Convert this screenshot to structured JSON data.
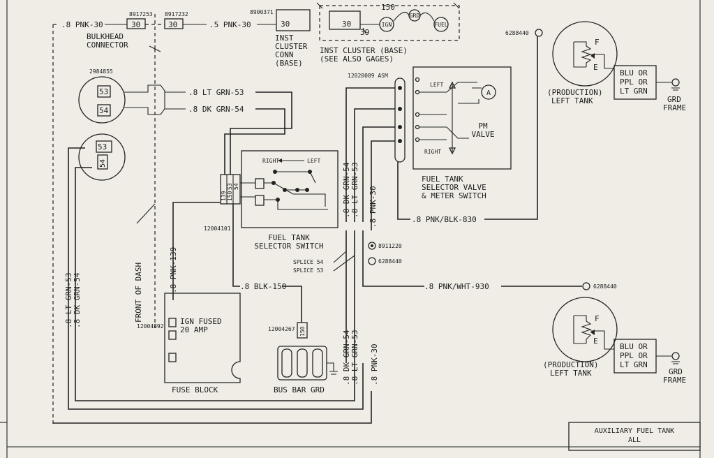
{
  "wires": {
    "pnk30_top": ".8 PNK-30",
    "pnk30_mid": ".5 PNK-30",
    "lt_grn_53": ".8 LT GRN-53",
    "dk_grn_54": ".8 DK GRN-54",
    "pnk139": ".8 PNK-139",
    "blk150": ".8 BLK-150",
    "pnk_blk_830": ".8 PNK/BLK-830",
    "pnk_wht_930": ".8 PNK/WHT-930",
    "left_lt_grn": ".8 LT GRN-53",
    "left_dk_grn": ".8 DK GRN-54",
    "vert_dk_grn_upper": ".8 DK GRN-54",
    "vert_lt_grn_upper": ".8 LT GRN-53",
    "vert_pnk30_upper": ".8 PNK-30",
    "vert_dk_grn_lower": ".8 DK GRN-54",
    "vert_lt_grn_lower": ".8 LT GRN-53",
    "vert_pnk30_lower": ".8 PNK-30"
  },
  "parts": {
    "p8917253": "8917253",
    "p8917232": "8917232",
    "p8900371": "8900371",
    "p2984855": "2984855",
    "p12020089": "12020089 ASM",
    "p6288440_a": "6288440",
    "p6288440_b": "6288440",
    "p6288440_c": "6288440",
    "p8911220": "8911220",
    "p12004101": "12004101",
    "p12004892": "12004892",
    "p12004267": "12004267"
  },
  "labels": {
    "bulkhead": [
      "BULKHEAD",
      "CONNECTOR"
    ],
    "inst_conn": [
      "INST",
      "CLUSTER",
      "CONN",
      "(BASE)"
    ],
    "inst_base": [
      "INST CLUSTER (BASE)",
      "(SEE ALSO GAGES)"
    ],
    "front_dash": "FRONT OF DASH",
    "ign_fused": [
      "IGN FUSED",
      "20 AMP"
    ],
    "fuse_block": "FUSE BLOCK",
    "bus_bar": "BUS BAR GRD",
    "selector_switch": [
      "FUEL TANK",
      "SELECTOR SWITCH"
    ],
    "selector_valve": [
      "FUEL TANK",
      "SELECTOR VALVE",
      "& METER SWITCH"
    ],
    "pm_valve": [
      "PM",
      "VALVE"
    ],
    "splice54": "SPLICE 54",
    "splice53": "SPLICE 53",
    "right": "RIGHT",
    "left": "LEFT",
    "tank_top": [
      "(PRODUCTION)",
      "LEFT TANK"
    ],
    "tank_bottom": [
      "(PRODUCTION)",
      "LEFT TANK"
    ],
    "color_box_top": [
      "BLU OR",
      "PPL OR",
      "LT GRN"
    ],
    "color_box_bottom": [
      "BLU OR",
      "PPL OR",
      "LT GRN"
    ],
    "grd_frame_top": [
      "GRD",
      "FRAME"
    ],
    "grd_frame_bottom": [
      "GRD",
      "FRAME"
    ],
    "title": [
      "AUXILIARY FUEL TANK",
      "ALL"
    ]
  },
  "pins": {
    "p30a": "30",
    "p30b": "30",
    "p30c": "30",
    "p30d": "30",
    "p150": "150",
    "p39": "39",
    "p53a": "53",
    "p54a": "54",
    "p53b": "53",
    "p54b": "54",
    "conn_53": "53",
    "conn_54": "54",
    "conn_139": "139",
    "conn_150": "150",
    "blk_150": "150",
    "f_top": "F",
    "e_top": "E",
    "f_bot": "F",
    "e_bot": "E",
    "a_meter": "A",
    "ign": "IGN",
    "grd": "GRD",
    "fuel": "FUEL"
  }
}
